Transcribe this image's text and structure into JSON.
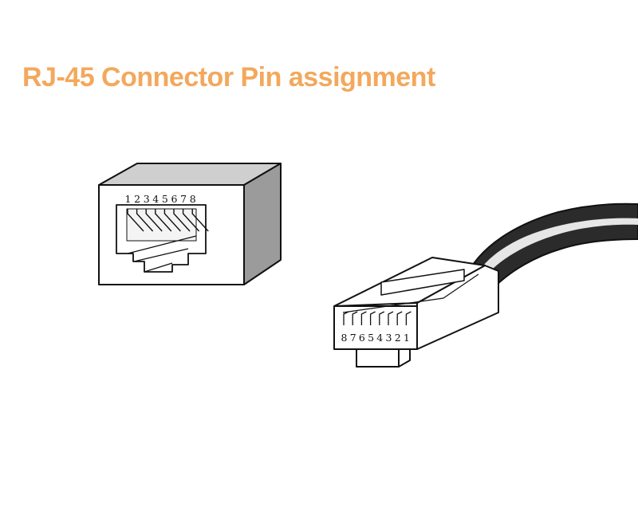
{
  "title": "RJ-45 Connector Pin assignment",
  "colors": {
    "title": "#f3a85c",
    "outline": "#111111",
    "jack_front": "#ffffff",
    "jack_top": "#cfcfcf",
    "jack_side": "#9a9a9a",
    "cable": "#2a2a2a",
    "cable_highlight": "#e6e6e6"
  },
  "jack": {
    "pin_labels": [
      "1",
      "2",
      "3",
      "4",
      "5",
      "6",
      "7",
      "8"
    ]
  },
  "plug": {
    "pin_labels": [
      "8",
      "7",
      "6",
      "5",
      "4",
      "3",
      "2",
      "1"
    ]
  }
}
